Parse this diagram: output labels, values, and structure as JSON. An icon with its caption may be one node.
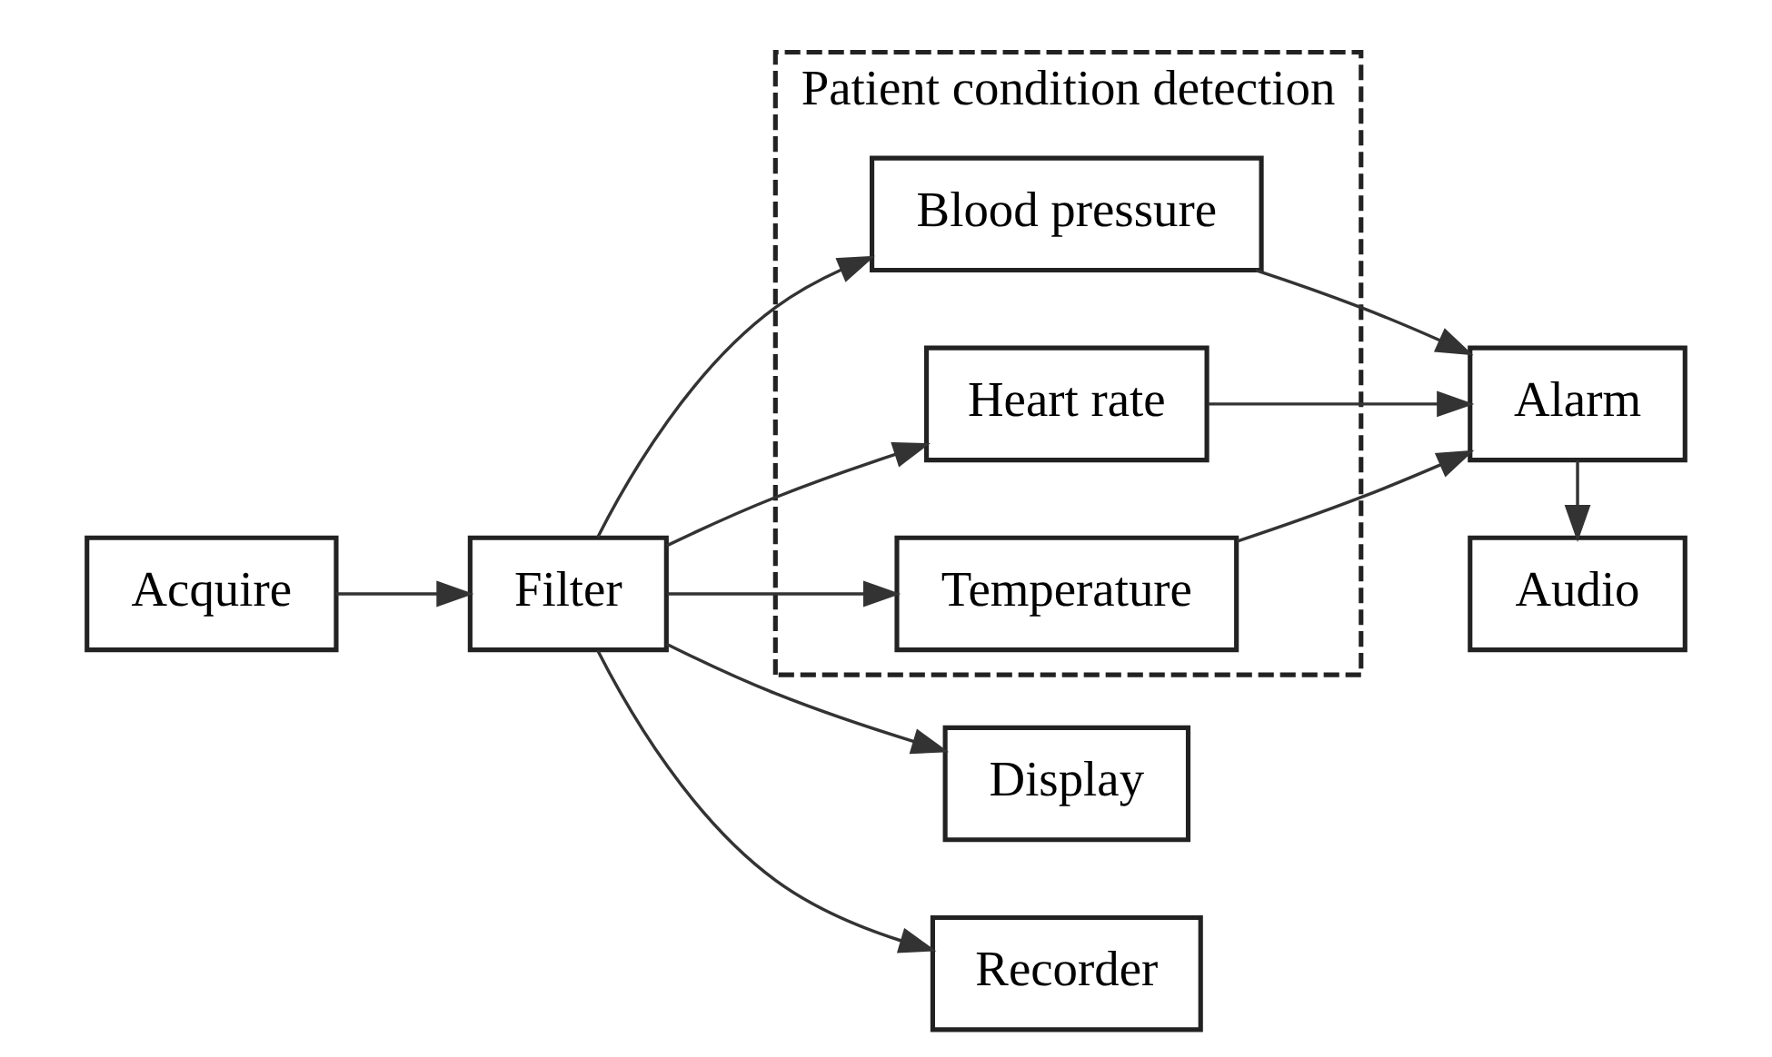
{
  "diagram": {
    "nodes": [
      {
        "text": [
          "Acquire"
        ]
      },
      {
        "text": [
          "Filter"
        ]
      },
      {
        "text": [
          "Patient condition detection"
        ]
      },
      {
        "text": [
          "Blood pressure"
        ],
        "in": 2
      },
      {
        "text": [
          "Heart rate"
        ],
        "in": 2
      },
      {
        "text": [
          "Temperature"
        ],
        "in": 2
      },
      {
        "text": [
          "Alarm"
        ]
      },
      {
        "text": [
          "Audio"
        ]
      },
      {
        "text": [
          "Display"
        ]
      },
      {
        "text": [
          "Recorder"
        ]
      }
    ],
    "edges": [
      {
        "from": 0,
        "to": 1,
        "arrow": "to"
      },
      {
        "from": 1,
        "to": 3,
        "arrow": "to"
      },
      {
        "from": 1,
        "to": 4,
        "arrow": "to"
      },
      {
        "from": 1,
        "to": 5,
        "arrow": "to"
      },
      {
        "from": 1,
        "to": 8,
        "arrow": "to"
      },
      {
        "from": 1,
        "to": 9,
        "arrow": "to"
      },
      {
        "from": 3,
        "to": 6,
        "arrow": "to"
      },
      {
        "from": 4,
        "to": 6,
        "arrow": "to"
      },
      {
        "from": 5,
        "to": 6,
        "arrow": "to"
      },
      {
        "from": 6,
        "to": 7,
        "arrow": "to"
      }
    ]
  }
}
